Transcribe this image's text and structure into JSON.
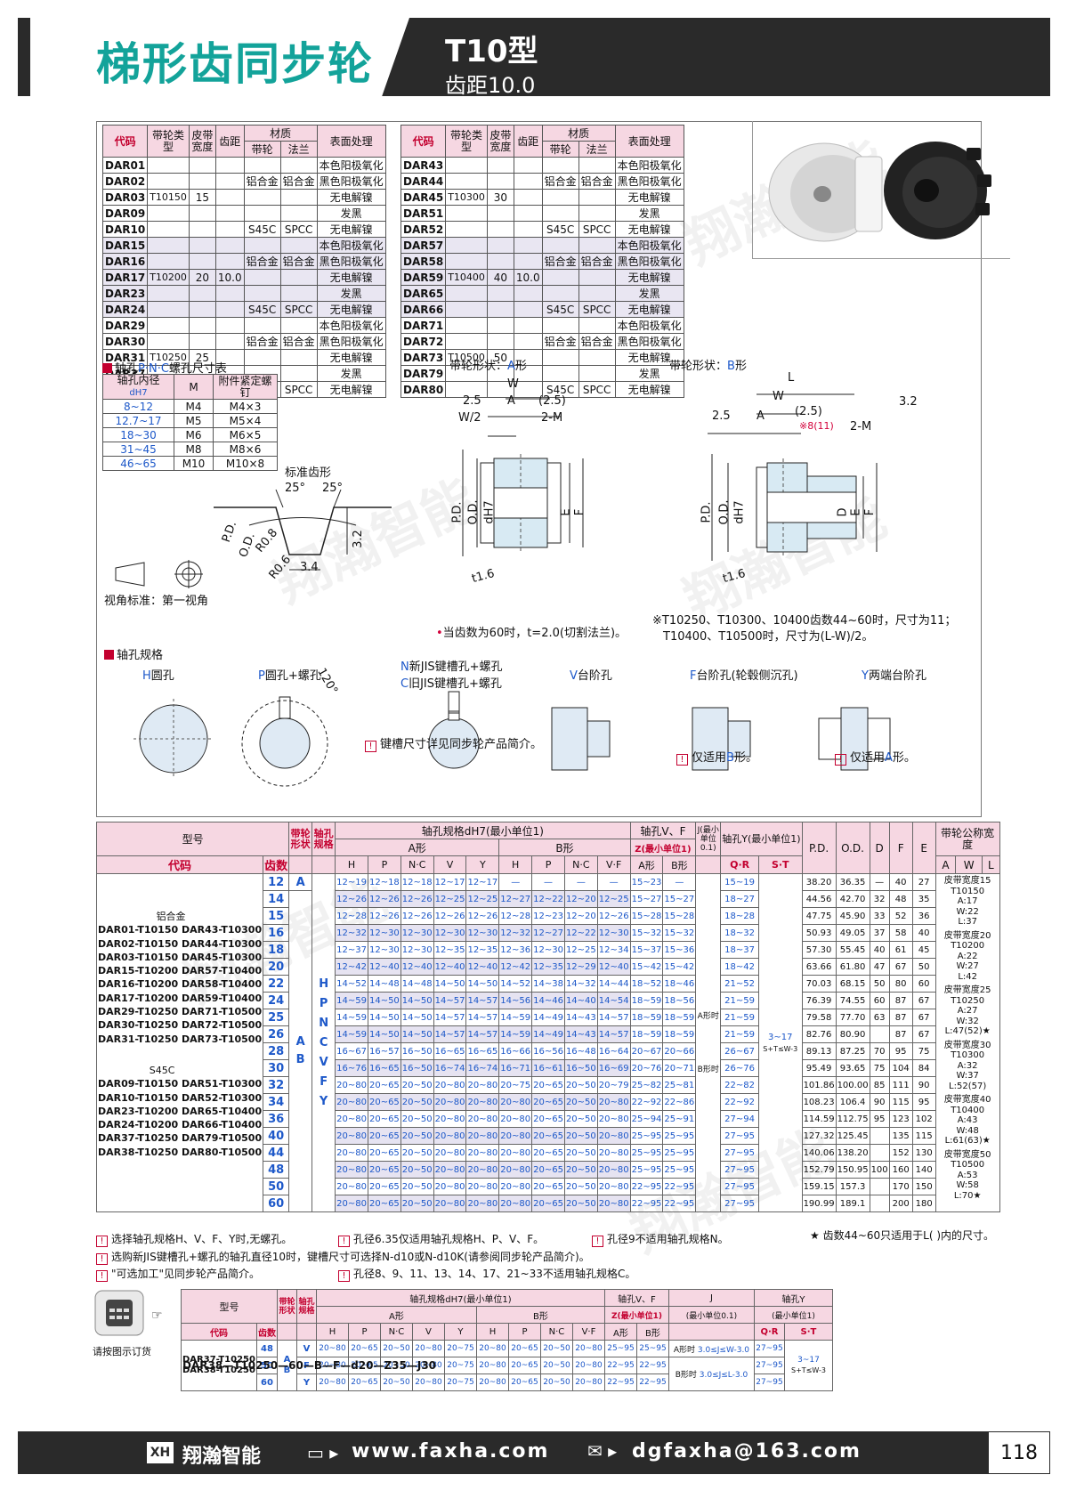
{
  "header": {
    "title": "梯形齿同步轮",
    "model": "T10型",
    "pitch": "齿距10.0"
  },
  "code_table_cols": {
    "code": "代码",
    "type": "带轮类型",
    "width": "皮带宽度",
    "pitch": "齿距",
    "material": "材质",
    "mat_wheel": "带轮",
    "mat_flange": "法兰",
    "surface": "表面处理"
  },
  "code_table_left": [
    {
      "code": "DAR01",
      "type": "",
      "width": "",
      "pitch": "",
      "wheel": "",
      "flange": "",
      "surface": "本色阳极氧化"
    },
    {
      "code": "DAR02",
      "type": "",
      "width": "",
      "pitch": "",
      "wheel": "铝合金",
      "flange": "铝合金",
      "surface": "黑色阳极氧化"
    },
    {
      "code": "DAR03",
      "type": "T10150",
      "width": "15",
      "pitch": "",
      "wheel": "",
      "flange": "",
      "surface": "无电解镍"
    },
    {
      "code": "DAR09",
      "type": "",
      "width": "",
      "pitch": "",
      "wheel": "",
      "flange": "",
      "surface": "发黑"
    },
    {
      "code": "DAR10",
      "type": "",
      "width": "",
      "pitch": "",
      "wheel": "S45C",
      "flange": "SPCC",
      "surface": "无电解镍"
    },
    {
      "code": "DAR15",
      "type": "",
      "width": "",
      "pitch": "",
      "wheel": "",
      "flange": "",
      "surface": "本色阳极氧化"
    },
    {
      "code": "DAR16",
      "type": "",
      "width": "",
      "pitch": "",
      "wheel": "铝合金",
      "flange": "铝合金",
      "surface": "黑色阳极氧化"
    },
    {
      "code": "DAR17",
      "type": "T10200",
      "width": "20",
      "pitch": "10.0",
      "wheel": "",
      "flange": "",
      "surface": "无电解镍"
    },
    {
      "code": "DAR23",
      "type": "",
      "width": "",
      "pitch": "",
      "wheel": "",
      "flange": "",
      "surface": "发黑"
    },
    {
      "code": "DAR24",
      "type": "",
      "width": "",
      "pitch": "",
      "wheel": "S45C",
      "flange": "SPCC",
      "surface": "无电解镍"
    },
    {
      "code": "DAR29",
      "type": "",
      "width": "",
      "pitch": "",
      "wheel": "",
      "flange": "",
      "surface": "本色阳极氧化"
    },
    {
      "code": "DAR30",
      "type": "",
      "width": "",
      "pitch": "",
      "wheel": "铝合金",
      "flange": "铝合金",
      "surface": "黑色阳极氧化"
    },
    {
      "code": "DAR31",
      "type": "T10250",
      "width": "25",
      "pitch": "",
      "wheel": "",
      "flange": "",
      "surface": "无电解镍"
    },
    {
      "code": "DAR37",
      "type": "",
      "width": "",
      "pitch": "",
      "wheel": "",
      "flange": "",
      "surface": "发黑"
    },
    {
      "code": "DAR38",
      "type": "",
      "width": "",
      "pitch": "",
      "wheel": "S45C",
      "flange": "SPCC",
      "surface": "无电解镍"
    }
  ],
  "code_table_right": [
    {
      "code": "DAR43",
      "type": "",
      "width": "",
      "pitch": "",
      "wheel": "",
      "flange": "",
      "surface": "本色阳极氧化"
    },
    {
      "code": "DAR44",
      "type": "",
      "width": "",
      "pitch": "",
      "wheel": "铝合金",
      "flange": "铝合金",
      "surface": "黑色阳极氧化"
    },
    {
      "code": "DAR45",
      "type": "T10300",
      "width": "30",
      "pitch": "",
      "wheel": "",
      "flange": "",
      "surface": "无电解镍"
    },
    {
      "code": "DAR51",
      "type": "",
      "width": "",
      "pitch": "",
      "wheel": "",
      "flange": "",
      "surface": "发黑"
    },
    {
      "code": "DAR52",
      "type": "",
      "width": "",
      "pitch": "",
      "wheel": "S45C",
      "flange": "SPCC",
      "surface": "无电解镍"
    },
    {
      "code": "DAR57",
      "type": "",
      "width": "",
      "pitch": "",
      "wheel": "",
      "flange": "",
      "surface": "本色阳极氧化"
    },
    {
      "code": "DAR58",
      "type": "",
      "width": "",
      "pitch": "",
      "wheel": "铝合金",
      "flange": "铝合金",
      "surface": "黑色阳极氧化"
    },
    {
      "code": "DAR59",
      "type": "T10400",
      "width": "40",
      "pitch": "10.0",
      "wheel": "",
      "flange": "",
      "surface": "无电解镍"
    },
    {
      "code": "DAR65",
      "type": "",
      "width": "",
      "pitch": "",
      "wheel": "",
      "flange": "",
      "surface": "发黑"
    },
    {
      "code": "DAR66",
      "type": "",
      "width": "",
      "pitch": "",
      "wheel": "S45C",
      "flange": "SPCC",
      "surface": "无电解镍"
    },
    {
      "code": "DAR71",
      "type": "",
      "width": "",
      "pitch": "",
      "wheel": "",
      "flange": "",
      "surface": "本色阳极氧化"
    },
    {
      "code": "DAR72",
      "type": "",
      "width": "",
      "pitch": "",
      "wheel": "铝合金",
      "flange": "铝合金",
      "surface": "黑色阳极氧化"
    },
    {
      "code": "DAR73",
      "type": "T10500",
      "width": "50",
      "pitch": "",
      "wheel": "",
      "flange": "",
      "surface": "无电解镍"
    },
    {
      "code": "DAR79",
      "type": "",
      "width": "",
      "pitch": "",
      "wheel": "",
      "flange": "",
      "surface": "发黑"
    },
    {
      "code": "DAR80",
      "type": "",
      "width": "",
      "pitch": "",
      "wheel": "S45C",
      "flange": "SPCC",
      "surface": "无电解镍"
    }
  ],
  "screw_table": {
    "title_prefix": "轴孔",
    "title_pnc": "P·N·C",
    "title_suffix": "螺孔尺寸表",
    "col_d": "轴孔内径",
    "col_d_sub": "dH7",
    "col_m": "M",
    "col_screw": "附件紧定螺钉",
    "rows": [
      {
        "d": "8~12",
        "m": "M4",
        "s": "M4×3"
      },
      {
        "d": "12.7~17",
        "m": "M5",
        "s": "M5×4"
      },
      {
        "d": "18~30",
        "m": "M6",
        "s": "M6×5"
      },
      {
        "d": "31~45",
        "m": "M8",
        "s": "M8×6"
      },
      {
        "d": "46~65",
        "m": "M10",
        "s": "M10×8"
      }
    ]
  },
  "tooth": {
    "label": "标准齿形",
    "a1": "25°",
    "a2": "25°",
    "pd": "P.D.",
    "od": "O.D.",
    "r1": "R0.8",
    "r2": "R0.6",
    "d1": "3.2",
    "d2": "3.4"
  },
  "view_std": "视角标准：第一视角",
  "shape_a": {
    "label": "带轮形状：",
    "code": "A",
    "suffix": "形",
    "w": "W",
    "a": "A",
    "v25": "2.5",
    "w2": "W/2",
    "b25": "(2.5)",
    "m": "2-M",
    "pd": "P.D.",
    "od": "O.D.",
    "d": "dH7",
    "e": "E",
    "f": "F",
    "t": "t1.6"
  },
  "shape_b": {
    "label": "带轮形状：",
    "code": "B",
    "suffix": "形",
    "l": "L",
    "w": "W",
    "a": "A",
    "v25": "2.5",
    "b25": "(2.5)",
    "m": "2-M",
    "n811": "※8(11)",
    "pd": "P.D.",
    "od": "O.D.",
    "d": "dH7",
    "e": "E",
    "f": "F",
    "dd": "D",
    "t": "t1.6",
    "ra": "3.2"
  },
  "note_60": "当齿数为60时，t=2.0(切割法兰)。",
  "note_b1": "※T10250、T10300、10400齿数44~60时，尺寸为11；",
  "note_b2": "T10400、T10500时，尺寸为(L-W)/2。",
  "bore": {
    "title": "轴孔规格",
    "h_code": "H",
    "h_name": "圆孔",
    "p_code": "P",
    "p_name": "圆孔+螺孔",
    "n_code": "N",
    "n_name": "新JIS键槽孔+螺孔",
    "c_code": "C",
    "c_name": "旧JIS键槽孔+螺孔",
    "v_code": "V",
    "v_name": "台阶孔",
    "f_code": "F",
    "f_name": "台阶孔(轮毂侧沉孔)",
    "y_code": "Y",
    "y_name": "两端台阶孔",
    "angle": "120°",
    "note_key": "键槽尺寸详见同步轮产品简介。",
    "note_b": "仅适用",
    "note_b_code": "B",
    "note_b_suf": "形。",
    "note_a": "仅适用",
    "note_a_code": "A",
    "note_a_suf": "形。"
  },
  "main_table": {
    "h_model": "型号",
    "h_code": "代码",
    "h_teeth": "齿数",
    "h_shape": "带轮形状",
    "h_bore": "轴孔规格",
    "h_dspec": "轴孔规格dH7(最小单位1)",
    "h_a": "A形",
    "h_b": "B形",
    "h_vf": "轴孔V、F",
    "h_z": "Z(最小单位1)",
    "h_za": "A形",
    "h_zb": "B形",
    "h_j": "J(最小单位0.1)",
    "h_y": "轴孔Y(最小单位1)",
    "h_q": "Q·R",
    "h_s": "S·T",
    "h_pd": "P.D.",
    "h_od": "O.D.",
    "h_d": "D",
    "h_f": "F",
    "h_e": "E",
    "h_bw": "带轮公称宽度",
    "h_bwa": "A",
    "h_bww": "W",
    "h_bwl": "L",
    "sub": [
      "H",
      "P",
      "N·C",
      "V",
      "Y",
      "H",
      "P",
      "N·C",
      "V·F"
    ],
    "mat_al": "铝合金",
    "al_codes": [
      "DAR01-T10150  DAR43-T10300",
      "DAR02-T10150  DAR44-T10300",
      "DAR03-T10150  DAR45-T10300",
      "DAR15-T10200  DAR57-T10400",
      "DAR16-T10200  DAR58-T10400",
      "DAR17-T10200  DAR59-T10400",
      "DAR29-T10250  DAR71-T10500",
      "DAR30-T10250  DAR72-T10500",
      "DAR31-T10250  DAR73-T10500"
    ],
    "mat_s": "S45C",
    "s_codes": [
      "DAR09-T10150  DAR51-T10300",
      "DAR10-T10150  DAR52-T10300",
      "DAR23-T10200  DAR65-T10400",
      "DAR24-T10200  DAR66-T10400",
      "DAR37-T10250  DAR79-T10500",
      "DAR38-T10250  DAR80-T10500"
    ],
    "shape_col": [
      "A",
      "A",
      "B"
    ],
    "bore_col": [
      "H",
      "P",
      "N",
      "C",
      "V",
      "F",
      "Y"
    ],
    "j_a": "A形时",
    "j_b": "B形时",
    "st": "3~17",
    "st2": "S+T≤W-3",
    "rows": [
      {
        "t": "12",
        "c": [
          "12~19",
          "12~18",
          "12~18",
          "12~17",
          "12~17",
          "—",
          "—",
          "—",
          "—"
        ],
        "za": "15~23",
        "zb": "—",
        "q": "15~19",
        "pd": "38.20",
        "od": "36.35",
        "d": "—",
        "f": "40",
        "e": "27"
      },
      {
        "t": "14",
        "c": [
          "12~26",
          "12~26",
          "12~26",
          "12~25",
          "12~25",
          "12~27",
          "12~22",
          "12~20",
          "12~25"
        ],
        "za": "15~27",
        "zb": "15~27",
        "q": "18~27",
        "pd": "44.56",
        "od": "42.70",
        "d": "32",
        "f": "48",
        "e": "35"
      },
      {
        "t": "15",
        "c": [
          "12~28",
          "12~26",
          "12~26",
          "12~26",
          "12~26",
          "12~28",
          "12~23",
          "12~20",
          "12~26"
        ],
        "za": "15~28",
        "zb": "15~28",
        "q": "18~28",
        "pd": "47.75",
        "od": "45.90",
        "d": "33",
        "f": "52",
        "e": "36"
      },
      {
        "t": "16",
        "c": [
          "12~32",
          "12~30",
          "12~30",
          "12~30",
          "12~30",
          "12~32",
          "12~27",
          "12~22",
          "12~30"
        ],
        "za": "15~32",
        "zb": "15~32",
        "q": "18~32",
        "pd": "50.93",
        "od": "49.05",
        "d": "37",
        "f": "58",
        "e": "40"
      },
      {
        "t": "18",
        "c": [
          "12~37",
          "12~30",
          "12~30",
          "12~35",
          "12~35",
          "12~36",
          "12~30",
          "12~25",
          "12~34"
        ],
        "za": "15~37",
        "zb": "15~36",
        "q": "18~37",
        "pd": "57.30",
        "od": "55.45",
        "d": "40",
        "f": "61",
        "e": "45"
      },
      {
        "t": "20",
        "c": [
          "12~42",
          "12~40",
          "12~40",
          "12~40",
          "12~40",
          "12~42",
          "12~35",
          "12~29",
          "12~40"
        ],
        "za": "15~42",
        "zb": "15~42",
        "q": "18~42",
        "pd": "63.66",
        "od": "61.80",
        "d": "47",
        "f": "67",
        "e": "50"
      },
      {
        "t": "22",
        "c": [
          "14~52",
          "14~48",
          "14~48",
          "14~50",
          "14~50",
          "14~52",
          "14~38",
          "14~32",
          "14~44"
        ],
        "za": "18~52",
        "zb": "18~46",
        "q": "21~52",
        "pd": "70.03",
        "od": "68.15",
        "d": "50",
        "f": "80",
        "e": "60"
      },
      {
        "t": "24",
        "c": [
          "14~59",
          "14~50",
          "14~50",
          "14~57",
          "14~57",
          "14~56",
          "14~46",
          "14~40",
          "14~54"
        ],
        "za": "18~59",
        "zb": "18~56",
        "q": "21~59",
        "pd": "76.39",
        "od": "74.55",
        "d": "60",
        "f": "87",
        "e": "67"
      },
      {
        "t": "25",
        "c": [
          "14~59",
          "14~50",
          "14~50",
          "14~57",
          "14~57",
          "14~59",
          "14~49",
          "14~43",
          "14~57"
        ],
        "za": "18~59",
        "zb": "18~59",
        "q": "21~59",
        "pd": "79.58",
        "od": "77.70",
        "d": "63",
        "f": "87",
        "e": "67"
      },
      {
        "t": "26",
        "c": [
          "14~59",
          "14~50",
          "14~50",
          "14~57",
          "14~57",
          "14~59",
          "14~49",
          "14~43",
          "14~57"
        ],
        "za": "18~59",
        "zb": "18~59",
        "q": "21~59",
        "pd": "82.76",
        "od": "80.90",
        "d": "",
        "f": "87",
        "e": "67"
      },
      {
        "t": "28",
        "c": [
          "16~67",
          "16~57",
          "16~50",
          "16~65",
          "16~65",
          "16~66",
          "16~56",
          "16~48",
          "16~64"
        ],
        "za": "20~67",
        "zb": "20~66",
        "q": "26~67",
        "pd": "89.13",
        "od": "87.25",
        "d": "70",
        "f": "95",
        "e": "75"
      },
      {
        "t": "30",
        "c": [
          "16~76",
          "16~65",
          "16~50",
          "16~74",
          "16~74",
          "16~71",
          "16~61",
          "16~50",
          "16~69"
        ],
        "za": "20~76",
        "zb": "20~71",
        "q": "26~76",
        "pd": "95.49",
        "od": "93.65",
        "d": "75",
        "f": "104",
        "e": "84"
      },
      {
        "t": "32",
        "c": [
          "20~80",
          "20~65",
          "20~50",
          "20~80",
          "20~80",
          "20~75",
          "20~65",
          "20~50",
          "20~79"
        ],
        "za": "25~82",
        "zb": "25~81",
        "q": "22~82",
        "pd": "101.86",
        "od": "100.00",
        "d": "85",
        "f": "111",
        "e": "90"
      },
      {
        "t": "34",
        "c": [
          "20~80",
          "20~65",
          "20~50",
          "20~80",
          "20~80",
          "20~80",
          "20~65",
          "20~50",
          "20~80"
        ],
        "za": "22~92",
        "zb": "22~86",
        "q": "22~92",
        "pd": "108.23",
        "od": "106.4",
        "d": "90",
        "f": "115",
        "e": "95"
      },
      {
        "t": "36",
        "c": [
          "20~80",
          "20~65",
          "20~50",
          "20~80",
          "20~80",
          "20~80",
          "20~65",
          "20~50",
          "20~80"
        ],
        "za": "25~94",
        "zb": "25~91",
        "q": "27~94",
        "pd": "114.59",
        "od": "112.75",
        "d": "95",
        "f": "123",
        "e": "102"
      },
      {
        "t": "40",
        "c": [
          "20~80",
          "20~65",
          "20~50",
          "20~80",
          "20~80",
          "20~80",
          "20~65",
          "20~50",
          "20~80"
        ],
        "za": "25~95",
        "zb": "25~95",
        "q": "27~95",
        "pd": "127.32",
        "od": "125.45",
        "d": "",
        "f": "135",
        "e": "115"
      },
      {
        "t": "44",
        "c": [
          "20~80",
          "20~65",
          "20~50",
          "20~80",
          "20~80",
          "20~80",
          "20~65",
          "20~50",
          "20~80"
        ],
        "za": "25~95",
        "zb": "25~95",
        "q": "27~95",
        "pd": "140.06",
        "od": "138.20",
        "d": "",
        "f": "152",
        "e": "130"
      },
      {
        "t": "48",
        "c": [
          "20~80",
          "20~65",
          "20~50",
          "20~80",
          "20~80",
          "20~80",
          "20~65",
          "20~50",
          "20~80"
        ],
        "za": "25~95",
        "zb": "25~95",
        "q": "27~95",
        "pd": "152.79",
        "od": "150.95",
        "d": "100",
        "f": "160",
        "e": "140"
      },
      {
        "t": "50",
        "c": [
          "20~80",
          "20~65",
          "20~50",
          "20~80",
          "20~80",
          "20~80",
          "20~65",
          "20~50",
          "20~80"
        ],
        "za": "22~95",
        "zb": "22~95",
        "q": "27~95",
        "pd": "159.15",
        "od": "157.3",
        "d": "",
        "f": "170",
        "e": "150"
      },
      {
        "t": "60",
        "c": [
          "20~80",
          "20~65",
          "20~50",
          "20~80",
          "20~80",
          "20~80",
          "20~65",
          "20~50",
          "20~80"
        ],
        "za": "22~95",
        "zb": "22~95",
        "q": "27~95",
        "pd": "190.99",
        "od": "189.1",
        "d": "",
        "f": "200",
        "e": "180"
      }
    ],
    "bw": [
      {
        "h": "皮带宽度15",
        "t": "T10150",
        "a": "A:17",
        "w": "W:22",
        "l": "L:37"
      },
      {
        "h": "皮带宽度20",
        "t": "T10200",
        "a": "A:22",
        "w": "W:27",
        "l": "L:42"
      },
      {
        "h": "皮带宽度25",
        "t": "T10250",
        "a": "A:27",
        "w": "W:32",
        "l": "L:47(52)★"
      },
      {
        "h": "皮带宽度30",
        "t": "T10300",
        "a": "A:32",
        "w": "W:37",
        "l": "L:52(57)"
      },
      {
        "h": "皮带宽度40",
        "t": "T10400",
        "a": "A:43",
        "w": "W:48",
        "l": "L:61(63)★"
      },
      {
        "h": "皮带宽度50",
        "t": "T10500",
        "a": "A:53",
        "w": "W:58",
        "l": "L:70★"
      }
    ]
  },
  "notes": {
    "n1": "选择轴孔规格H、V、F、Y时,无螺孔。",
    "n2": "孔径6.35仅适用轴孔规格H、P、V、F。",
    "n3": "孔径9不适用轴孔规格N。",
    "n4": "★ 齿数44~60只适用于L( )内的尺寸。",
    "n5": "选购新JIS键槽孔+螺孔的轴孔直径10时，键槽尺寸可选择N-d10或N-d10K(请参阅同步轮产品简介)。",
    "n6": "\"可选加工\"见同步轮产品简介。",
    "n7": "孔径8、9、11、13、14、17、21~33不适用轴孔规格C。"
  },
  "order": {
    "label": "请按图示订货",
    "h_model": "型号",
    "h_code": "代码",
    "h_teeth": "齿数",
    "h_shape": "带轮形状",
    "h_bore": "轴孔规格",
    "h_dspec": "轴孔规格dH7(最小单位1)",
    "h_a": "A形",
    "h_b": "B形",
    "h_vf": "轴孔V、F",
    "h_z": "Z(最小单位1)",
    "h_za": "A形",
    "h_zb": "B形",
    "h_j": "J",
    "h_j2": "(最小单位0.1)",
    "h_y": "轴孔Y",
    "h_y2": "(最小单位1)",
    "h_q": "Q·R",
    "h_s": "S·T",
    "sub": [
      "H",
      "P",
      "N·C",
      "V",
      "Y",
      "H",
      "P",
      "N·C",
      "V·F"
    ],
    "code1": "DAR37-T10250",
    "code2": "DAR38-T10250",
    "teeth": [
      "48",
      "50",
      "60"
    ],
    "shape": [
      "A",
      "B"
    ],
    "bore": [
      "V",
      "F",
      "Y"
    ],
    "vals": [
      "20~80",
      "20~65",
      "20~50",
      "20~80",
      "20~75",
      "20~80",
      "20~65",
      "20~50",
      "20~80"
    ],
    "za": [
      "25~95",
      "22~95",
      "22~95"
    ],
    "zb": [
      "25~95",
      "22~95",
      "22~95"
    ],
    "ja": "A形时",
    "jav": "3.0≤J≤W-3.0",
    "jb": "B形时",
    "jbv": "3.0≤J≤L-3.0",
    "q": [
      "27~95",
      "27~95",
      "27~95"
    ],
    "s": "3~17",
    "s2": "S+T≤W-3",
    "example": "DAR38—T10250—60—B—F—d20—Z35—J30"
  },
  "footer": {
    "brand": "翔瀚智能",
    "web": "www.faxha.com",
    "mail": "dgfaxha@163.com",
    "page": "118"
  },
  "watermark": "翔瀚智能"
}
